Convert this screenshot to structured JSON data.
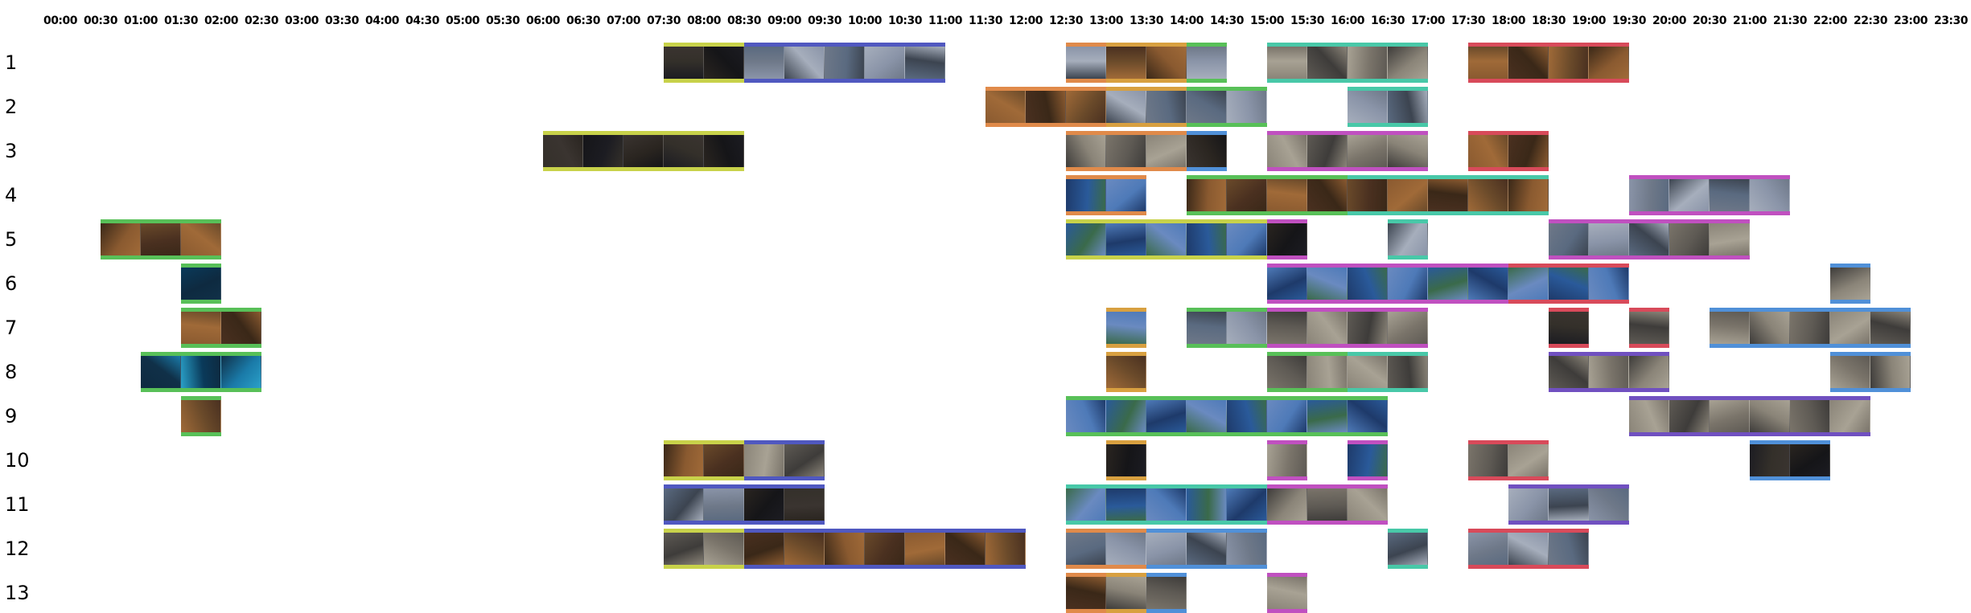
{
  "palette": {
    "yellow": "#c8d24a",
    "blue": "#5058c0",
    "orange": "#e08a4a",
    "green": "#58c058",
    "teal": "#48c8a8",
    "red": "#d84a5a",
    "magenta": "#c050c0",
    "sky": "#5090d8",
    "purple": "#7050c0",
    "gold": "#d8a040"
  },
  "time_labels": [
    "00:00",
    "00:30",
    "01:00",
    "01:30",
    "02:00",
    "02:30",
    "03:00",
    "03:30",
    "04:00",
    "04:30",
    "05:00",
    "05:30",
    "06:00",
    "06:30",
    "07:00",
    "07:30",
    "08:00",
    "08:30",
    "09:00",
    "09:30",
    "10:00",
    "10:30",
    "11:00",
    "11:30",
    "12:00",
    "12:30",
    "13:00",
    "13:30",
    "14:00",
    "14:30",
    "15:00",
    "15:30",
    "16:00",
    "16:30",
    "17:00",
    "17:30",
    "18:00",
    "18:30",
    "19:00",
    "19:30",
    "20:00",
    "20:30",
    "21:00",
    "21:30",
    "22:00",
    "22:30",
    "23:00",
    "23:30"
  ],
  "rows": [
    {
      "label": "1",
      "segments": [
        {
          "start": "07:30",
          "end": "08:30",
          "color": "yellow",
          "scene": "dark"
        },
        {
          "start": "08:30",
          "end": "11:00",
          "color": "blue",
          "scene": "laptop"
        },
        {
          "start": "12:30",
          "end": "13:00",
          "color": "orange",
          "scene": "laptop"
        },
        {
          "start": "13:00",
          "end": "14:00",
          "color": "gold",
          "scene": "warm"
        },
        {
          "start": "14:00",
          "end": "14:30",
          "color": "green",
          "scene": "laptop"
        },
        {
          "start": "15:00",
          "end": "17:00",
          "color": "teal",
          "scene": "room"
        },
        {
          "start": "17:30",
          "end": "19:30",
          "color": "red",
          "scene": "warm"
        }
      ]
    },
    {
      "label": "2",
      "segments": [
        {
          "start": "11:30",
          "end": "13:00",
          "color": "orange",
          "scene": "warm"
        },
        {
          "start": "13:00",
          "end": "14:00",
          "color": "gold",
          "scene": "laptop"
        },
        {
          "start": "14:00",
          "end": "15:00",
          "color": "green",
          "scene": "laptop"
        },
        {
          "start": "16:00",
          "end": "17:00",
          "color": "teal",
          "scene": "laptop"
        }
      ]
    },
    {
      "label": "3",
      "segments": [
        {
          "start": "06:00",
          "end": "08:30",
          "color": "yellow",
          "scene": "dark"
        },
        {
          "start": "12:30",
          "end": "14:00",
          "color": "orange",
          "scene": "room"
        },
        {
          "start": "14:00",
          "end": "14:30",
          "color": "sky",
          "scene": "dark"
        },
        {
          "start": "15:00",
          "end": "17:00",
          "color": "magenta",
          "scene": "room"
        },
        {
          "start": "17:30",
          "end": "18:30",
          "color": "red",
          "scene": "warm"
        }
      ]
    },
    {
      "label": "4",
      "segments": [
        {
          "start": "12:30",
          "end": "13:30",
          "color": "orange",
          "scene": "outdoor"
        },
        {
          "start": "14:00",
          "end": "16:00",
          "color": "green",
          "scene": "warm"
        },
        {
          "start": "16:00",
          "end": "18:30",
          "color": "teal",
          "scene": "warm"
        },
        {
          "start": "19:30",
          "end": "21:30",
          "color": "magenta",
          "scene": "laptop"
        }
      ]
    },
    {
      "label": "5",
      "segments": [
        {
          "start": "00:30",
          "end": "02:00",
          "color": "green",
          "scene": "warm"
        },
        {
          "start": "12:30",
          "end": "15:00",
          "color": "yellow",
          "scene": "outdoor"
        },
        {
          "start": "15:00",
          "end": "15:30",
          "color": "magenta",
          "scene": "dark"
        },
        {
          "start": "16:30",
          "end": "17:00",
          "color": "teal",
          "scene": "laptop"
        },
        {
          "start": "18:30",
          "end": "20:00",
          "color": "magenta",
          "scene": "laptop"
        },
        {
          "start": "20:00",
          "end": "21:00",
          "color": "magenta",
          "scene": "room"
        }
      ]
    },
    {
      "label": "6",
      "segments": [
        {
          "start": "01:30",
          "end": "02:00",
          "color": "green",
          "scene": "cyan"
        },
        {
          "start": "15:00",
          "end": "18:00",
          "color": "magenta",
          "scene": "outdoor"
        },
        {
          "start": "18:00",
          "end": "19:30",
          "color": "red",
          "scene": "outdoor"
        },
        {
          "start": "22:00",
          "end": "22:30",
          "color": "sky",
          "scene": "room"
        }
      ]
    },
    {
      "label": "7",
      "segments": [
        {
          "start": "01:30",
          "end": "02:30",
          "color": "green",
          "scene": "warm"
        },
        {
          "start": "13:00",
          "end": "13:30",
          "color": "gold",
          "scene": "outdoor"
        },
        {
          "start": "14:00",
          "end": "15:00",
          "color": "green",
          "scene": "laptop"
        },
        {
          "start": "15:00",
          "end": "17:00",
          "color": "magenta",
          "scene": "room"
        },
        {
          "start": "18:30",
          "end": "19:00",
          "color": "red",
          "scene": "dark"
        },
        {
          "start": "19:30",
          "end": "20:00",
          "color": "red",
          "scene": "room"
        },
        {
          "start": "20:30",
          "end": "23:00",
          "color": "sky",
          "scene": "room"
        }
      ]
    },
    {
      "label": "8",
      "segments": [
        {
          "start": "01:00",
          "end": "02:30",
          "color": "green",
          "scene": "cyan"
        },
        {
          "start": "13:00",
          "end": "13:30",
          "color": "gold",
          "scene": "warm"
        },
        {
          "start": "15:00",
          "end": "16:00",
          "color": "green",
          "scene": "room"
        },
        {
          "start": "16:00",
          "end": "17:00",
          "color": "teal",
          "scene": "room"
        },
        {
          "start": "18:30",
          "end": "20:00",
          "color": "purple",
          "scene": "room"
        },
        {
          "start": "22:00",
          "end": "23:00",
          "color": "sky",
          "scene": "room"
        }
      ]
    },
    {
      "label": "9",
      "segments": [
        {
          "start": "01:30",
          "end": "02:00",
          "color": "green",
          "scene": "warm"
        },
        {
          "start": "12:30",
          "end": "16:30",
          "color": "green",
          "scene": "outdoor"
        },
        {
          "start": "19:30",
          "end": "22:30",
          "color": "purple",
          "scene": "room"
        }
      ]
    },
    {
      "label": "10",
      "segments": [
        {
          "start": "07:30",
          "end": "08:30",
          "color": "yellow",
          "scene": "warm"
        },
        {
          "start": "08:30",
          "end": "09:30",
          "color": "blue",
          "scene": "room"
        },
        {
          "start": "13:00",
          "end": "13:30",
          "color": "gold",
          "scene": "dark"
        },
        {
          "start": "15:00",
          "end": "15:30",
          "color": "magenta",
          "scene": "room"
        },
        {
          "start": "16:00",
          "end": "16:30",
          "color": "magenta",
          "scene": "outdoor"
        },
        {
          "start": "17:30",
          "end": "18:30",
          "color": "red",
          "scene": "room"
        },
        {
          "start": "21:00",
          "end": "22:00",
          "color": "sky",
          "scene": "dark"
        }
      ]
    },
    {
      "label": "11",
      "segments": [
        {
          "start": "07:30",
          "end": "08:30",
          "color": "blue",
          "scene": "laptop"
        },
        {
          "start": "08:30",
          "end": "09:30",
          "color": "blue",
          "scene": "dark"
        },
        {
          "start": "12:30",
          "end": "15:00",
          "color": "teal",
          "scene": "outdoor"
        },
        {
          "start": "15:00",
          "end": "16:30",
          "color": "magenta",
          "scene": "room"
        },
        {
          "start": "18:00",
          "end": "19:30",
          "color": "purple",
          "scene": "laptop"
        }
      ]
    },
    {
      "label": "12",
      "segments": [
        {
          "start": "07:30",
          "end": "08:30",
          "color": "yellow",
          "scene": "room"
        },
        {
          "start": "08:30",
          "end": "12:00",
          "color": "blue",
          "scene": "warm"
        },
        {
          "start": "12:30",
          "end": "13:30",
          "color": "orange",
          "scene": "laptop"
        },
        {
          "start": "13:30",
          "end": "15:00",
          "color": "sky",
          "scene": "laptop"
        },
        {
          "start": "16:30",
          "end": "17:00",
          "color": "teal",
          "scene": "laptop"
        },
        {
          "start": "17:30",
          "end": "19:00",
          "color": "red",
          "scene": "laptop"
        }
      ]
    },
    {
      "label": "13",
      "segments": [
        {
          "start": "12:30",
          "end": "13:00",
          "color": "orange",
          "scene": "warm"
        },
        {
          "start": "13:00",
          "end": "13:30",
          "color": "gold",
          "scene": "room"
        },
        {
          "start": "13:30",
          "end": "14:00",
          "color": "sky",
          "scene": "room"
        },
        {
          "start": "15:00",
          "end": "15:30",
          "color": "magenta",
          "scene": "room"
        }
      ]
    }
  ]
}
